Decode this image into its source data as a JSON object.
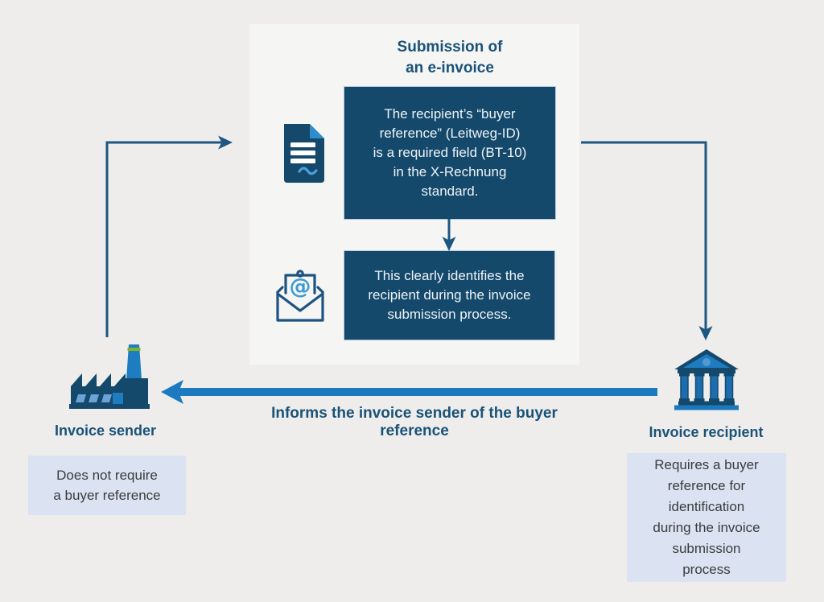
{
  "title": "Submission of\nan e-invoice",
  "flow": {
    "box1_text": "The recipient’s “buyer\nreference” (Leitweg-ID)\nis a required field (BT-10)\nin the X-Rechnung\nstandard.",
    "box2_text": "This clearly identifies the\nrecipient during the invoice\nsubmission process."
  },
  "arrow_caption": "Informs the invoice sender of the buyer reference",
  "sender": {
    "label": "Invoice sender",
    "note": "Does not require\na buyer reference"
  },
  "recipient": {
    "label": "Invoice recipient",
    "note": "Requires a buyer\nreference for\nidentification\nduring the invoice\nsubmission\nprocess"
  },
  "icons": {
    "document": "document-icon",
    "envelope": "email-envelope-icon",
    "factory": "factory-icon",
    "bank": "bank-icon"
  },
  "colors": {
    "background": "#eeedeb",
    "panel": "#f5f5f4",
    "dark_box": "#14496c",
    "dark_box_text": "#eef3f6",
    "heading_blue": "#1a5278",
    "thin_arrow": "#1d5680",
    "accent_blue": "#1c7ac0",
    "light_box": "#dbe3f2",
    "light_box_text": "#3b3b3d",
    "window_blue": "#6ba3d6",
    "chimney_green": "#7fb32d"
  }
}
